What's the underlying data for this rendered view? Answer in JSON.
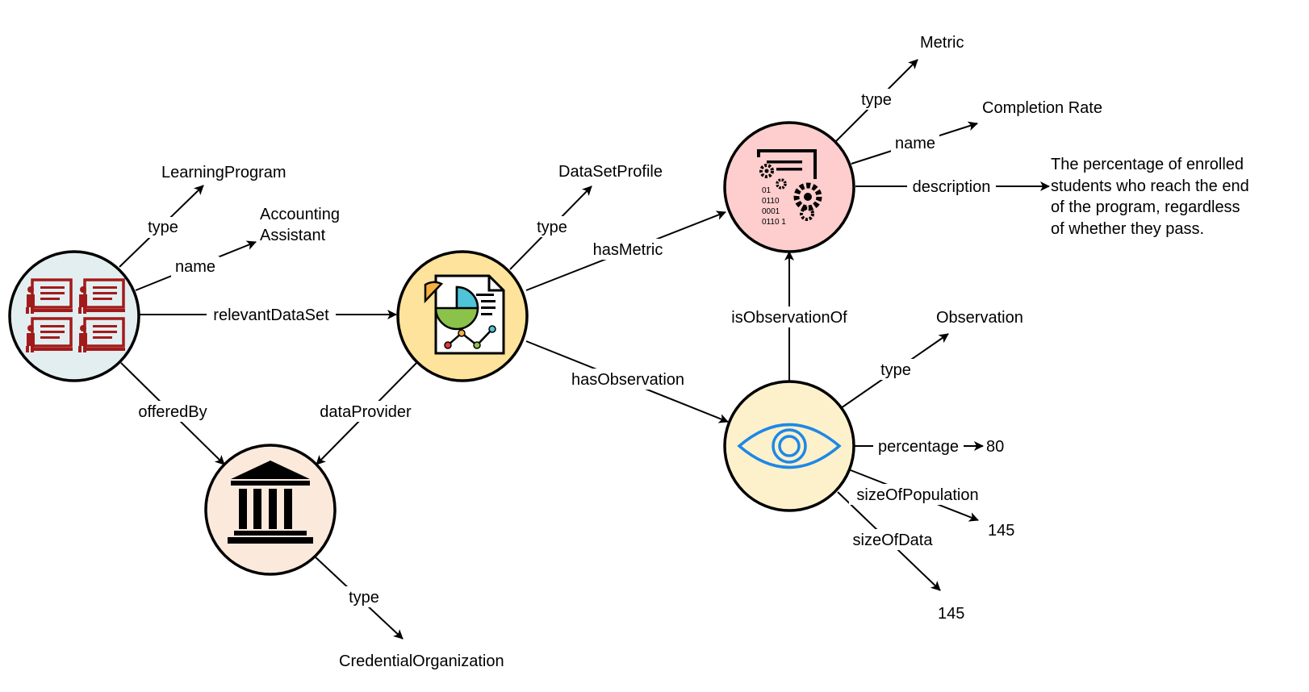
{
  "colors": {
    "learning_program_fill": "#e3eef1",
    "dataset_profile_fill": "#fde39b",
    "metric_fill": "#fecdcd",
    "observation_fill": "#fdf1cc",
    "organization_fill": "#fbe9dc",
    "teacher_icon": "#a21b1b",
    "eye_icon": "#1e88e5"
  },
  "nodes": {
    "learning_program": {
      "icon": "classroom-icon"
    },
    "dataset_profile": {
      "icon": "data-report-icon"
    },
    "metric": {
      "icon": "gears-code-icon"
    },
    "observation": {
      "icon": "eye-icon"
    },
    "organization": {
      "icon": "institution-icon"
    }
  },
  "values": {
    "learning_program_type": "LearningProgram",
    "learning_program_name_line1": "Accounting",
    "learning_program_name_line2": "Assistant",
    "dataset_profile_type": "DataSetProfile",
    "metric_type": "Metric",
    "metric_name": "Completion Rate",
    "metric_description_line1": "The percentage of enrolled",
    "metric_description_line2": "students who reach the end",
    "metric_description_line3": "of the program, regardless",
    "metric_description_line4": "of whether they pass.",
    "observation_type": "Observation",
    "observation_percentage": "80",
    "observation_size_of_population": "145",
    "observation_size_of_data": "145",
    "organization_type": "CredentialOrganization"
  },
  "edges": {
    "lp_type": "type",
    "lp_name": "name",
    "lp_relevant_dataset": "relevantDataSet",
    "lp_offered_by": "offeredBy",
    "ds_type": "type",
    "ds_has_metric": "hasMetric",
    "ds_has_observation": "hasObservation",
    "ds_data_provider": "dataProvider",
    "metric_type": "type",
    "metric_name": "name",
    "metric_description": "description",
    "obs_is_observation_of": "isObservationOf",
    "obs_type": "type",
    "obs_percentage": "percentage",
    "obs_size_of_population": "sizeOfPopulation",
    "obs_size_of_data": "sizeOfData",
    "org_type": "type"
  }
}
